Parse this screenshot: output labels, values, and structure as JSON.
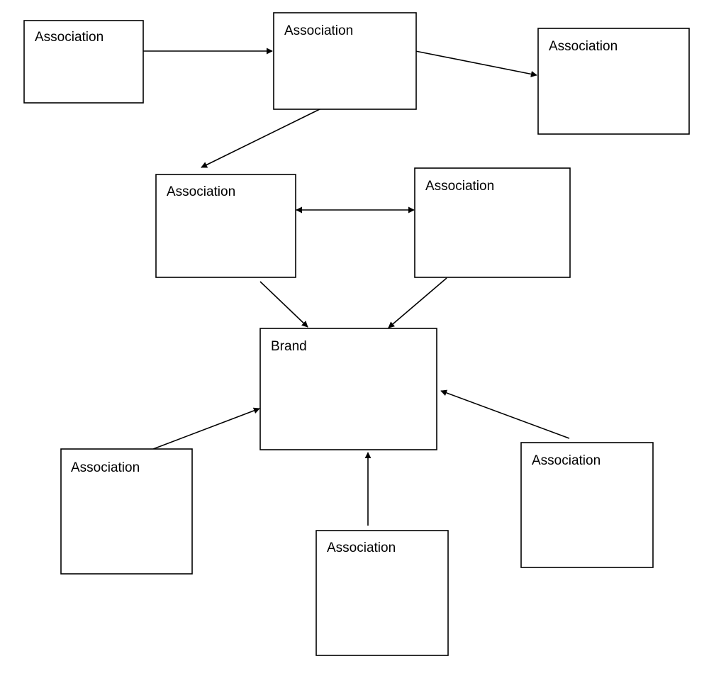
{
  "diagram": {
    "nodes": [
      {
        "id": "assoc-1",
        "label": "Association"
      },
      {
        "id": "assoc-2",
        "label": "Association"
      },
      {
        "id": "assoc-3",
        "label": "Association"
      },
      {
        "id": "assoc-4",
        "label": "Association"
      },
      {
        "id": "assoc-5",
        "label": "Association"
      },
      {
        "id": "brand",
        "label": "Brand"
      },
      {
        "id": "assoc-6",
        "label": "Association"
      },
      {
        "id": "assoc-7",
        "label": "Association"
      },
      {
        "id": "assoc-8",
        "label": "Association"
      }
    ],
    "edges": [
      {
        "from": "assoc-1",
        "to": "assoc-2",
        "direction": "forward"
      },
      {
        "from": "assoc-2",
        "to": "assoc-3",
        "direction": "forward"
      },
      {
        "from": "assoc-2",
        "to": "assoc-4",
        "direction": "forward"
      },
      {
        "from": "assoc-4",
        "to": "assoc-5",
        "direction": "both"
      },
      {
        "from": "assoc-4",
        "to": "brand",
        "direction": "forward"
      },
      {
        "from": "assoc-5",
        "to": "brand",
        "direction": "forward"
      },
      {
        "from": "assoc-6",
        "to": "brand",
        "direction": "forward"
      },
      {
        "from": "assoc-7",
        "to": "brand",
        "direction": "forward"
      },
      {
        "from": "assoc-8",
        "to": "brand",
        "direction": "forward"
      }
    ],
    "colors": {
      "stroke": "#000000",
      "fill": "#ffffff",
      "text": "#000000"
    }
  }
}
